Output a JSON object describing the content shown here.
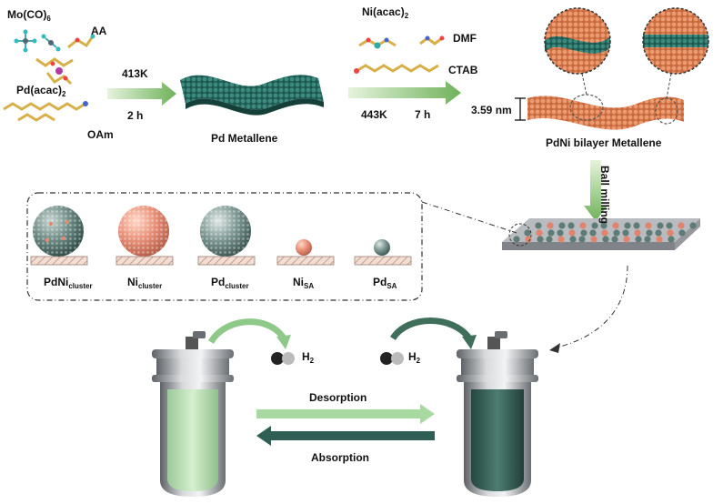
{
  "reagents": {
    "mo_co6": {
      "main": "Mo(CO)",
      "sub": "6"
    },
    "aa": "AA",
    "pd_acac2": {
      "main": "Pd(acac)",
      "sub": "2"
    },
    "oam": "OAm",
    "ni_acac2": {
      "main": "Ni(acac)",
      "sub": "2"
    },
    "dmf": "DMF",
    "ctab": "CTAB"
  },
  "step1": {
    "temperature": "413K",
    "time": "2 h"
  },
  "step2": {
    "temperature": "443K",
    "time": "7 h"
  },
  "pd_metallene_label": "Pd Metallene",
  "thickness": "3.59 nm",
  "pdni_label": "PdNi bilayer Metallene",
  "ball_milling": "Ball milling",
  "species": [
    {
      "name": "PdNi",
      "sub": "cluster"
    },
    {
      "name": "Ni",
      "sub": "cluster"
    },
    {
      "name": "Pd",
      "sub": "cluster"
    },
    {
      "name": "Ni",
      "sub": "SA"
    },
    {
      "name": "Pd",
      "sub": "SA"
    }
  ],
  "h2_left": {
    "main": "H",
    "sub": "2"
  },
  "h2_right": {
    "main": "H",
    "sub": "2"
  },
  "desorption": "Desorption",
  "absorption": "Absorption",
  "colors": {
    "pd_teal": "#1f5f57",
    "ni_copper": "#d4784e",
    "arrow_green": "#7fbf5f",
    "arrow_dark": "#3f6f5a",
    "desorb_fill": "#9fd49a",
    "absorb_fill": "#2f5e54"
  }
}
